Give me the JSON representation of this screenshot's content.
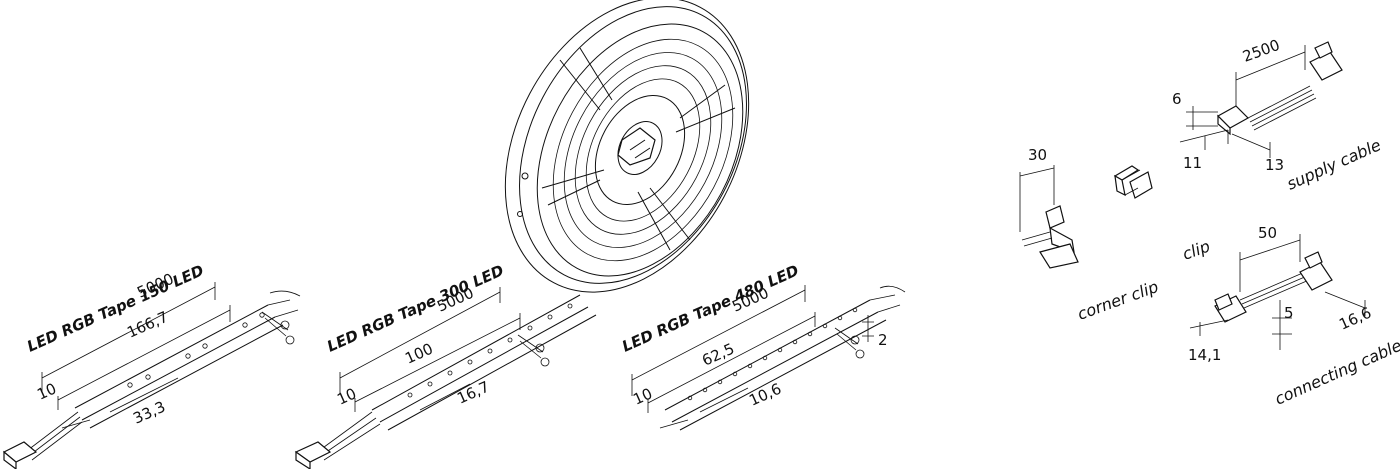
{
  "tapes": [
    {
      "title": "LED RGB Tape 150 LED",
      "length": "5000",
      "pitch": "166,7",
      "offset": "10",
      "segment": "33,3"
    },
    {
      "title": "LED RGB Tape 300 LED",
      "length": "5000",
      "pitch": "100",
      "offset": "10",
      "segment": "16,7"
    },
    {
      "title": "LED RGB Tape 480 LED",
      "length": "5000",
      "pitch": "62,5",
      "offset": "10",
      "segment": "10,6",
      "thickness": "2"
    }
  ],
  "accessories": {
    "corner_clip": {
      "label": "corner clip",
      "dim": "30"
    },
    "clip": {
      "label": "clip"
    },
    "supply_cable": {
      "label": "supply cable",
      "length": "2500",
      "height": "6",
      "width": "11",
      "depth": "13"
    },
    "connecting_cable": {
      "label": "connecting cable",
      "length": "50",
      "height": "5",
      "width": "14,1",
      "depth": "16,6"
    }
  }
}
